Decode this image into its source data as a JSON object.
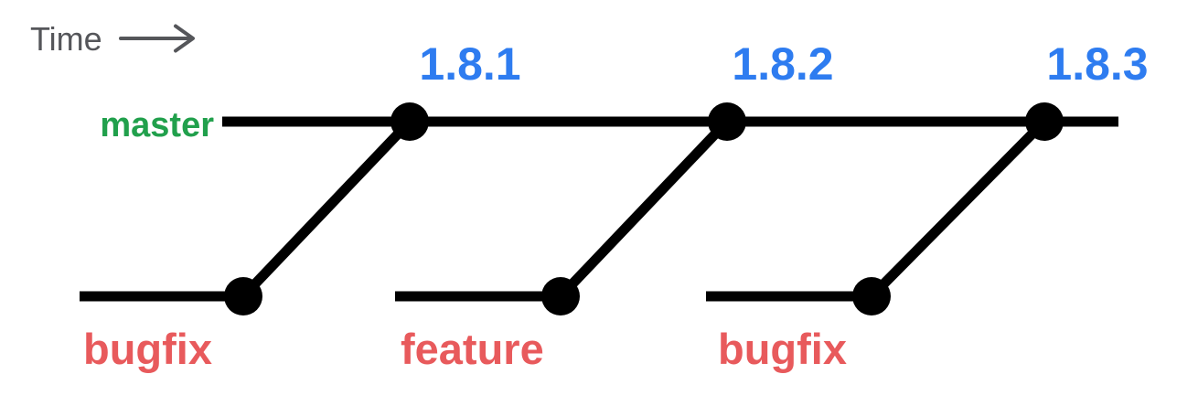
{
  "time": {
    "label": "Time"
  },
  "master": {
    "label": "master"
  },
  "tags": [
    {
      "label": "1.8.1"
    },
    {
      "label": "1.8.2"
    },
    {
      "label": "1.8.3"
    }
  ],
  "branches": [
    {
      "label": "bugfix"
    },
    {
      "label": "feature"
    },
    {
      "label": "bugfix"
    }
  ],
  "colors": {
    "tag_blue": "#2e7cf0",
    "master_green": "#21a04c",
    "branch_red": "#e85a5c",
    "time_gray": "#55565a",
    "line_black": "#000000",
    "background": "#ffffff"
  }
}
